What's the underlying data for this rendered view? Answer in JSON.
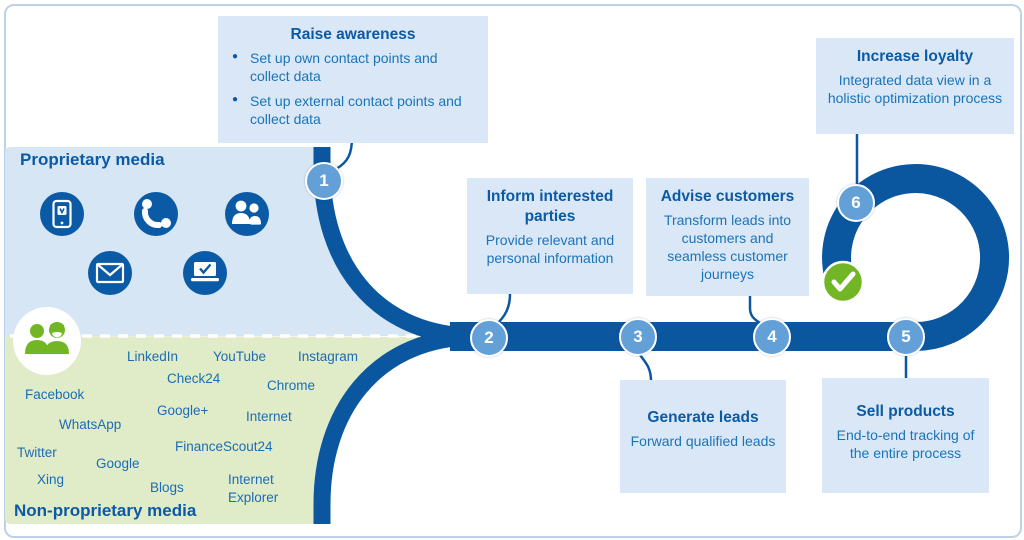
{
  "colors": {
    "road_blue": "#0a57a0",
    "panel_blue": "#d7e6f5",
    "panel_green": "#e0ebc8",
    "callout_blue": "#d9e7f6",
    "step_circle_fill": "#63a0d7",
    "title_text": "#0b5aa5",
    "body_text": "#1b74b8",
    "check_green": "#72b626"
  },
  "proprietary": {
    "title": "Proprietary media",
    "icons": [
      "smartphone-icon",
      "phone-handset-icon",
      "people-meeting-icon",
      "envelope-icon",
      "laptop-check-icon"
    ]
  },
  "non_proprietary": {
    "title": "Non-proprietary media",
    "persons_icon": "two-people-icon",
    "channels": [
      "LinkedIn",
      "YouTube",
      "Instagram",
      "Check24",
      "Chrome",
      "Facebook",
      "Google+",
      "Internet",
      "WhatsApp",
      "FinanceScout24",
      "Twitter",
      "Google",
      "Xing",
      "Blogs",
      "Internet\nExplorer"
    ]
  },
  "steps": [
    {
      "number": "1",
      "title": "Raise awareness",
      "bullets": [
        "Set up own contact points and collect data",
        "Set up external contact points and collect data"
      ]
    },
    {
      "number": "2",
      "title": "Inform interested parties",
      "body": "Provide relevant and personal information"
    },
    {
      "number": "3",
      "title": "Generate leads",
      "body": "Forward qualified leads"
    },
    {
      "number": "4",
      "title": "Advise customers",
      "body": "Transform leads into customers and seamless customer journeys"
    },
    {
      "number": "5",
      "title": "Sell products",
      "body": "End-to-end tracking of the entire process"
    },
    {
      "number": "6",
      "title": "Increase loyalty",
      "body": "Integrated data view in a holistic optimization process"
    }
  ],
  "completion_icon": "check-icon"
}
